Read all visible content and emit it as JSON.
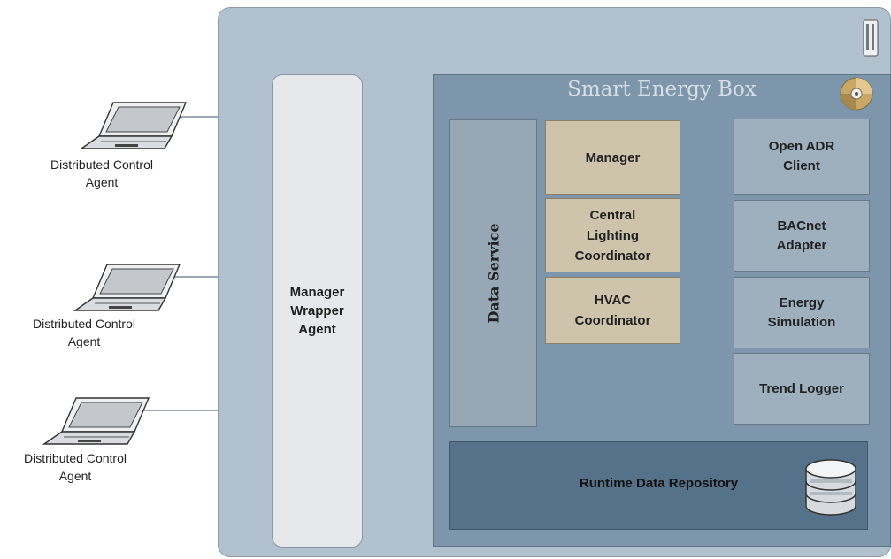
{
  "diagram": {
    "agents": [
      {
        "label": "Distributed Control Agent",
        "label_lines": [
          "Distributed Control",
          "Agent"
        ]
      },
      {
        "label": "Distributed Control Agent",
        "label_lines": [
          "Distributed Control",
          "Agent"
        ]
      },
      {
        "label": "Distributed Control Agent",
        "label_lines": [
          "Distributed Control",
          "Agent"
        ]
      }
    ],
    "manager_wrapper": {
      "label_lines": [
        "Manager",
        "Wrapper",
        "Agent"
      ]
    },
    "smart_energy_box": {
      "title": "Smart Energy Box",
      "data_service": "Data Service",
      "coordinators": [
        {
          "label_lines": [
            "Manager"
          ]
        },
        {
          "label_lines": [
            "Central",
            "Lighting",
            "Coordinator"
          ]
        },
        {
          "label_lines": [
            "HVAC",
            "Coordinator"
          ]
        }
      ],
      "adapters": [
        {
          "label_lines": [
            "Open ADR",
            "Client"
          ]
        },
        {
          "label_lines": [
            "BACnet",
            "Adapter"
          ]
        },
        {
          "label_lines": [
            "Energy",
            "Simulation"
          ]
        },
        {
          "label_lines": [
            "Trend Logger"
          ]
        }
      ],
      "repository": "Runtime Data Repository"
    },
    "icons": [
      "laptop-icon",
      "server-icon",
      "disc-icon",
      "database-icon",
      "arrow-icon"
    ],
    "colors": {
      "outer": "#b2c1ce",
      "box": "#7e96ab",
      "coordinator": "#cec4ab",
      "adapter": "#9eafbe",
      "repository": "#56718a",
      "connector": "#7a8d9e"
    }
  }
}
